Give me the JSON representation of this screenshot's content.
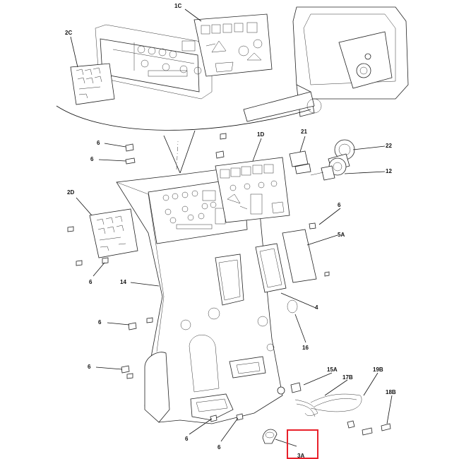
{
  "labels": {
    "l_1c": "1C",
    "l_2c": "2C",
    "l_1d": "1D",
    "l_21": "21",
    "l_22": "22",
    "l_12": "12",
    "l_6a": "6",
    "l_6b": "6",
    "l_2d": "2D",
    "l_6c": "6",
    "l_5a": "5A",
    "l_6d": "6",
    "l_14": "14",
    "l_4": "4",
    "l_6e": "6",
    "l_16": "16",
    "l_6f": "6",
    "l_15a": "15A",
    "l_17b": "17B",
    "l_19b": "19B",
    "l_18b": "18B",
    "l_6g": "6",
    "l_6h": "6",
    "l_3a": "3A"
  },
  "highlight": {
    "target": "3A",
    "color": "#e8202a"
  }
}
